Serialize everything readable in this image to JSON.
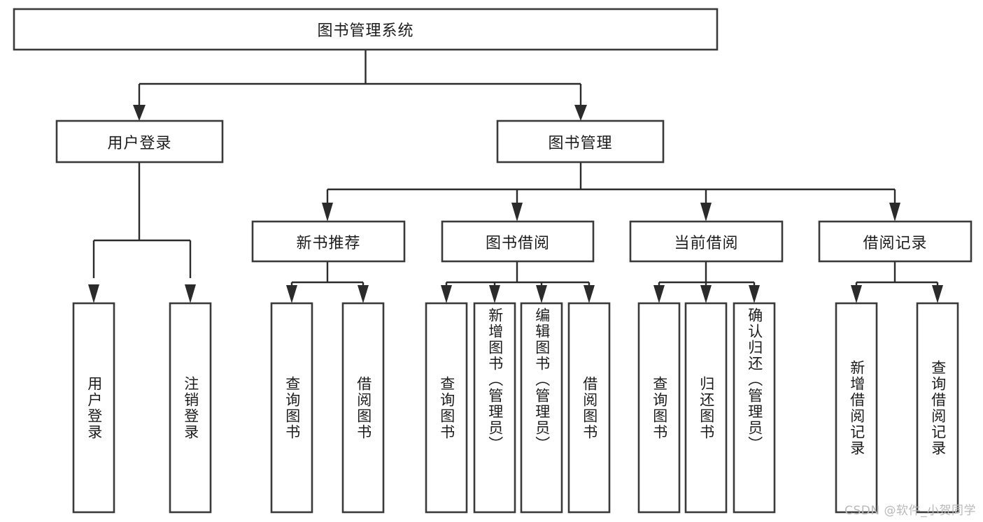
{
  "diagram": {
    "title": "图书管理系统",
    "watermark": "CSDN @软件_小贺同学",
    "type": "hierarchy-tree",
    "orientation": "top-down",
    "colors": {
      "box_stroke": "#3a3a3a",
      "box_fill": "#ffffff",
      "edge": "#2b2b2b",
      "text": "#1c1c1c",
      "watermark": "#b9b9b9",
      "background": "#ffffff"
    },
    "levels": {
      "root": "图书管理系统",
      "level2": [
        "用户登录",
        "图书管理"
      ],
      "level3": [
        "新书推荐",
        "图书借阅",
        "当前借阅",
        "借阅记录"
      ]
    },
    "nodes": {
      "root": {
        "label": "图书管理系统"
      },
      "user_login": {
        "label": "用户登录"
      },
      "book_manage": {
        "label": "图书管理"
      },
      "new_book_rec": {
        "label": "新书推荐"
      },
      "book_borrow": {
        "label": "图书借阅"
      },
      "current_borrow": {
        "label": "当前借阅"
      },
      "borrow_record": {
        "label": "借阅记录"
      },
      "leaf_1": {
        "label": "用户登录"
      },
      "leaf_2": {
        "label": "注销登录"
      },
      "leaf_3": {
        "label": "查询图书"
      },
      "leaf_4": {
        "label": "借阅图书"
      },
      "leaf_5": {
        "label": "查询图书"
      },
      "leaf_6": {
        "label": "新增图书（管理员）"
      },
      "leaf_7": {
        "label": "编辑图书（管理员）"
      },
      "leaf_8": {
        "label": "借阅图书"
      },
      "leaf_9": {
        "label": "查询图书"
      },
      "leaf_10": {
        "label": "归还图书"
      },
      "leaf_11": {
        "label": "确认归还（管理员）"
      },
      "leaf_12": {
        "label": "新增借阅记录"
      },
      "leaf_13": {
        "label": "查询借阅记录"
      }
    },
    "edges": [
      {
        "from": "root",
        "to": "user_login"
      },
      {
        "from": "root",
        "to": "book_manage"
      },
      {
        "from": "user_login",
        "to": "leaf_1"
      },
      {
        "from": "user_login",
        "to": "leaf_2"
      },
      {
        "from": "book_manage",
        "to": "new_book_rec"
      },
      {
        "from": "book_manage",
        "to": "book_borrow"
      },
      {
        "from": "book_manage",
        "to": "current_borrow"
      },
      {
        "from": "book_manage",
        "to": "borrow_record"
      },
      {
        "from": "new_book_rec",
        "to": "leaf_3"
      },
      {
        "from": "new_book_rec",
        "to": "leaf_4"
      },
      {
        "from": "book_borrow",
        "to": "leaf_5"
      },
      {
        "from": "book_borrow",
        "to": "leaf_6"
      },
      {
        "from": "book_borrow",
        "to": "leaf_7"
      },
      {
        "from": "book_borrow",
        "to": "leaf_8"
      },
      {
        "from": "current_borrow",
        "to": "leaf_9"
      },
      {
        "from": "current_borrow",
        "to": "leaf_10"
      },
      {
        "from": "current_borrow",
        "to": "leaf_11"
      },
      {
        "from": "borrow_record",
        "to": "leaf_12"
      },
      {
        "from": "borrow_record",
        "to": "leaf_13"
      }
    ]
  }
}
